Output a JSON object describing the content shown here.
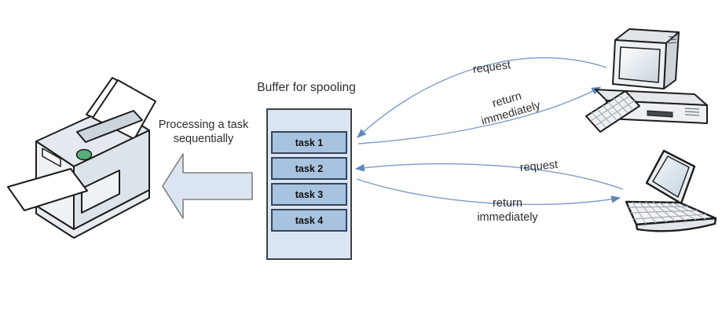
{
  "buffer": {
    "title": "Buffer for spooling",
    "tasks": [
      {
        "label": "task 1"
      },
      {
        "label": "task 2"
      },
      {
        "label": "task 3"
      },
      {
        "label": "task 4"
      }
    ]
  },
  "processing": {
    "lines": [
      "Processing a task",
      "sequentially"
    ]
  },
  "flows": {
    "desktop_request": {
      "label": "request"
    },
    "desktop_return": {
      "lines": [
        "return",
        "immediately"
      ]
    },
    "laptop_request": {
      "label": "request"
    },
    "laptop_return": {
      "lines": [
        "return",
        "immediately"
      ]
    }
  },
  "icons": {
    "printer": "printer-icon",
    "desktop": "desktop-computer-icon",
    "laptop": "laptop-icon",
    "block_arrow": "left-block-arrow"
  },
  "colors": {
    "flow_line": "#7b9cc9",
    "arrowhead": "#5f88bb",
    "task_fill": "#a8c3e0",
    "task_border": "#34455c",
    "buffer_fill": "#dbe5f1",
    "block_arrow_fill": "#dbe5f1",
    "block_arrow_stroke": "#7f7f7f",
    "background": "#ffffff"
  }
}
